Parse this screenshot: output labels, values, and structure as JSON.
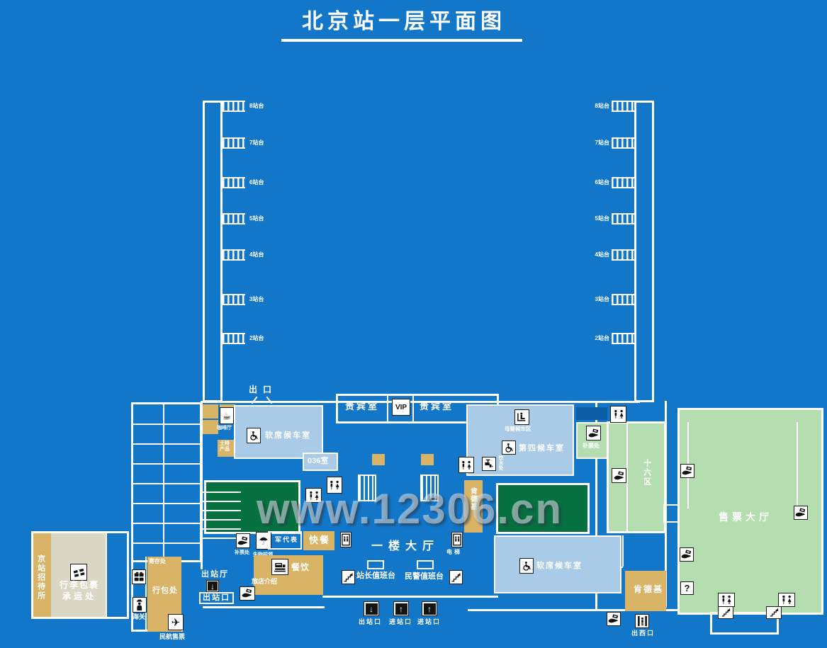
{
  "title": "北京站一层平面图",
  "watermark": "www.12306.cn",
  "colors": {
    "background": "#1377c9",
    "wall": "#ffffff",
    "waiting_room_blue": "#a9cbe7",
    "shop_tan": "#d9b366",
    "luggage_beige": "#dad7c4",
    "pool_green": "#067040",
    "hall_green": "#b5deb0"
  },
  "platforms": {
    "left": [
      "8站台",
      "7站台",
      "6站台",
      "5站台",
      "4站台",
      "3站台",
      "2站台"
    ],
    "right": [
      "8站台",
      "7站台",
      "6站台",
      "5站台",
      "4站台",
      "3站台",
      "2站台"
    ]
  },
  "icons": {
    "down_arrow": "↓",
    "up_arrow": "↑",
    "question": "?",
    "airplane": "✈",
    "coffee": "☕",
    "umbrella": "☂"
  },
  "labels": {
    "exit_top": "出口",
    "vip_left": "贵宾室",
    "vip_badge": "VIP",
    "vip_right": "贵宾室",
    "coffee_shop": "咖啡厅",
    "local_products": "土特产品",
    "soft_seat_1": "软席候车室",
    "room_036": "036室",
    "fourth_waiting": "第四候车室",
    "mother_baby": "母婴候车区",
    "drinking_water": "饮水处",
    "kfc_center": "肯德基",
    "military_rep": "军代表",
    "fast_food": "快餐",
    "fare_small": "补票处",
    "lost_found": "失物招领",
    "dining": "餐饮",
    "hotel_info": "旅店介绍",
    "hall": "一楼大厅",
    "master_desk": "站长值班台",
    "police_desk": "民警值班台",
    "elevator": "电梯",
    "exit_hall": "出站厅",
    "exit_gate_side": "出站口",
    "exit_gate": "出站口",
    "entry_gate_1": "进站口",
    "entry_gate_2": "进站口",
    "fare_green": "补票处",
    "zone16": "十六区",
    "ticket_hall": "售票大厅",
    "kfc": "肯德基",
    "west_exit": "出西口",
    "hostel": "京站招待所",
    "luggage_1": "行李包裹",
    "luggage_2": "承运处",
    "storage": "寄存处",
    "luggage_office": "行包处",
    "customs": "海关",
    "caac": "民航售票",
    "soft_seat_2": "软席候车室"
  }
}
